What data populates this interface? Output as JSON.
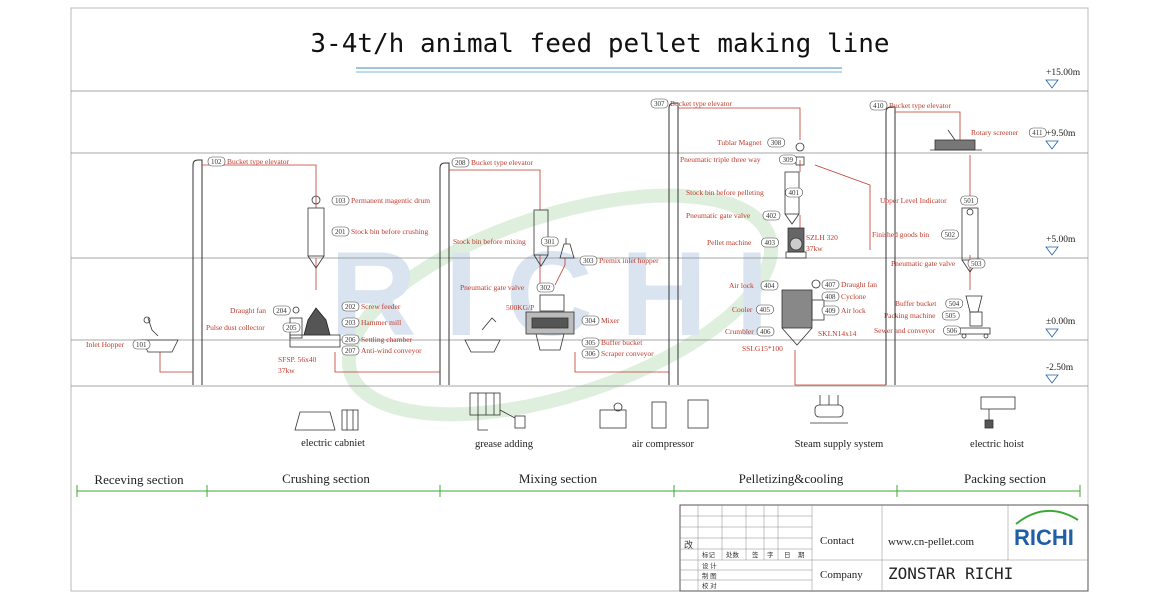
{
  "title": "3-4t/h animal feed pellet making line",
  "elevations": [
    "+15.00m",
    "+9.50m",
    "+5.00m",
    "±0.00m",
    "-2.50m"
  ],
  "equipment": [
    {
      "id": "101",
      "label": "Inlet Hopper"
    },
    {
      "id": "102",
      "label": "Bucket type elevator"
    },
    {
      "id": "103",
      "label": "Permanent magentic drum"
    },
    {
      "id": "201",
      "label": "Stock bin before crushing"
    },
    {
      "id": "202",
      "label": "Screw feeder"
    },
    {
      "id": "203",
      "label": "Hammer mill"
    },
    {
      "id": "204",
      "label": "Draught fan"
    },
    {
      "id": "205",
      "label": "Pulse dust collector"
    },
    {
      "id": "206",
      "label": "Settling chamber"
    },
    {
      "id": "207",
      "label": "Anti-wind conveyor"
    },
    {
      "id": "208",
      "label": "Bucket type elevator"
    },
    {
      "id": "301",
      "label": "Stock bin before mixing"
    },
    {
      "id": "302",
      "label": "Pneumatic gate valve"
    },
    {
      "id": "303",
      "label": "Premix inlet hopper"
    },
    {
      "id": "304",
      "label": "Mixer"
    },
    {
      "id": "305",
      "label": "Buffer bucket"
    },
    {
      "id": "306",
      "label": "Scraper conveyor"
    },
    {
      "id": "307",
      "label": "Bucket type elevator"
    },
    {
      "id": "308",
      "label": "Tublar Magnet"
    },
    {
      "id": "309",
      "label": "Pneumatic triple three way"
    },
    {
      "id": "401",
      "label": "Stock bin before pelleting"
    },
    {
      "id": "402",
      "label": "Pneumatic gate valve"
    },
    {
      "id": "403",
      "label": "Pellet machine"
    },
    {
      "id": "404",
      "label": "Air lock"
    },
    {
      "id": "405",
      "label": "Cooler"
    },
    {
      "id": "406",
      "label": "Crumbler"
    },
    {
      "id": "407",
      "label": "Draught fan"
    },
    {
      "id": "408",
      "label": "Cyclone"
    },
    {
      "id": "409",
      "label": "Air lock"
    },
    {
      "id": "410",
      "label": "Bucket type elevator"
    },
    {
      "id": "411",
      "label": "Rotary screener"
    },
    {
      "id": "501",
      "label": "Upper Level Indicator"
    },
    {
      "id": "502",
      "label": "Finished goods bin"
    },
    {
      "id": "503",
      "label": "Pneumatic gate valve"
    },
    {
      "id": "504",
      "label": "Buffer bucket"
    },
    {
      "id": "505",
      "label": "Packing machine"
    },
    {
      "id": "506",
      "label": "Sewer and conveyor"
    }
  ],
  "models": [
    "SFSP. 56x40",
    "37kw",
    "500KG/P",
    "SZLH 320",
    "37kw",
    "SKLN14x14",
    "SSLG15*100"
  ],
  "utilities": [
    "electric cabniet",
    "grease adding",
    "air compressor",
    "Steam supply system",
    "electric hoist"
  ],
  "sections": [
    "Receving section",
    "Crushing section",
    "Mixing section",
    "Pelletizing&cooling",
    "Packing section"
  ],
  "title_block": {
    "contact_label": "Contact",
    "contact_value": "www.cn-pellet.com",
    "company_label": "Company",
    "company_value": "ZONSTAR RICHI",
    "logo_text": "RICHI",
    "rev_mark": "改",
    "header_cells": [
      "标记",
      "处数",
      "签",
      "字",
      "日",
      "期"
    ],
    "row_labels": [
      "设 计",
      "制 图",
      "校 对"
    ]
  },
  "watermark": "RICHI",
  "colors": {
    "accent": "#c0392b",
    "line": "#333333",
    "grid": "#8a8a8a",
    "logo_blue": "#1f5fa8",
    "logo_green": "#3aa935"
  }
}
